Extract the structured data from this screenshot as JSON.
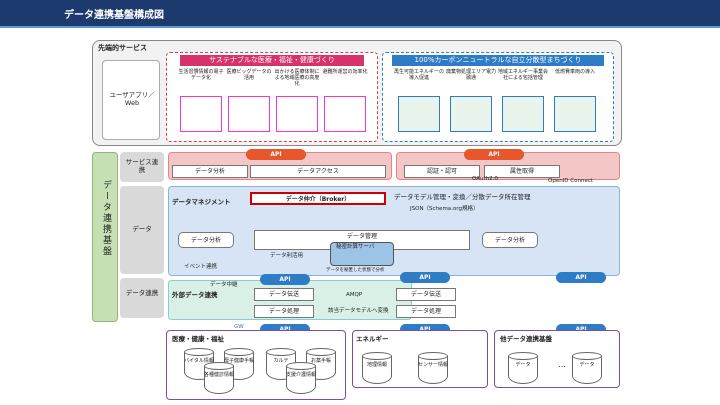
{
  "title": "データ連携基盤構成図",
  "advanced": {
    "label": "先端的サービス",
    "user_app": "ユーザアプリ／Web",
    "sustainable_title": "サステナブルな医療・福祉・健康づくり",
    "sustainable_items": [
      "生活習慣情報の電子データ化",
      "医療ビッグデータの活用",
      "出かける医療体制による地域医療の高度化",
      "避難所運営の効率化"
    ],
    "carbon_title": "100%カーボンニュートラルな自立分散型まちづくり",
    "carbon_items": [
      "再生可能エネルギーの導入促進",
      "廃棄物処理エリア電力融通",
      "地域エネルギー事業会社による包括管理",
      "低燃費車両の導入"
    ]
  },
  "platform_label": "データ連携基盤",
  "service_layer": {
    "label": "サービス連携",
    "data_analysis": "データ分析",
    "data_access": "データアクセス",
    "auth": "認証・認可",
    "attr": "属性取得",
    "oauth": "OAuth2.0",
    "openid": "OpenID Connect"
  },
  "data_layer": {
    "label": "データ",
    "mgmt": "データマネジメント",
    "broker": "データ仲介（Broker）",
    "model_note": "データモデル管理・変換／分散データ所在管理",
    "json_note": "JSON（Schema.org規格）",
    "data_mgmt": "データ管理",
    "analysis_left": "データ分析",
    "analysis_right": "データ分析",
    "secret_server": "秘密計算サーバ",
    "data_usage": "データ利活用",
    "event": "イベント連携",
    "secret_note": "データを秘匿した状態で分析"
  },
  "connect_layer": {
    "label": "データ連携",
    "relay": "データ中継",
    "external": "外部データ連携",
    "transfer1": "データ伝送",
    "process1": "データ処理",
    "amqp": "AMQP",
    "transfer2": "データ伝送",
    "process2": "データ処理",
    "convert": "該当データモデルへ変換"
  },
  "api": "API",
  "gw": "GW",
  "sources": {
    "medical": {
      "label": "医療・健康・福祉",
      "dbs": [
        "バイタル情報",
        "母子健康手帳",
        "カルテ",
        "お薬手帳"
      ],
      "dbs2": [
        "各種健診情報",
        "支援介護情報"
      ]
    },
    "energy": {
      "label": "エネルギー",
      "dbs": [
        "地理情報",
        "センサー情報"
      ]
    },
    "other": {
      "label": "他データ連携基盤",
      "dbs": [
        "データ",
        "データ"
      ],
      "ellipsis": "…"
    }
  }
}
